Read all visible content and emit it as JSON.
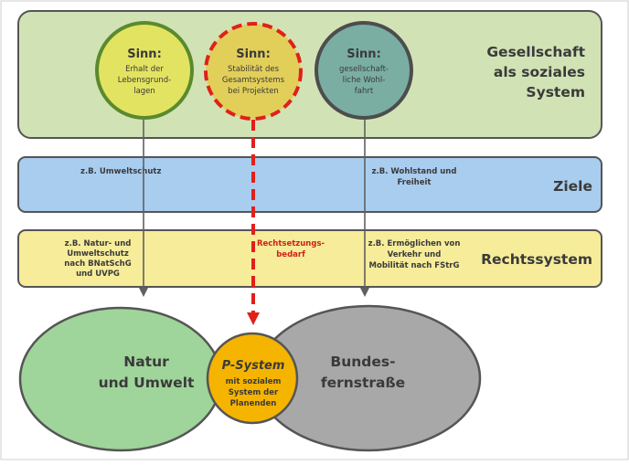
{
  "top_band": {
    "label_lines": [
      "Gesellschaft",
      "als soziales",
      "System"
    ]
  },
  "goals_band": {
    "label": "Ziele",
    "left_text": [
      "z.B. Umweltschutz"
    ],
    "right_text": [
      "z.B. Wohlstand und",
      "Freiheit"
    ]
  },
  "law_band": {
    "label": "Rechtssystem",
    "left_text": [
      "z.B. Natur- und",
      "Umweltschutz",
      "nach BNatSchG",
      "und UVPG"
    ],
    "center_text": [
      "Rechtsetzungs-",
      "bedarf"
    ],
    "right_text": [
      "z.B. Ermöglichen von",
      "Verkehr und",
      "Mobilität nach FStrG"
    ]
  },
  "circles": [
    {
      "title": "Sinn:",
      "lines": [
        "Erhalt der",
        "Lebensgrund-",
        "lagen"
      ],
      "fill": "#e3e362",
      "stroke": "#5a8a2e"
    },
    {
      "title": "Sinn:",
      "lines": [
        "Stabilität des",
        "Gesamtsystems",
        "bei Projekten"
      ],
      "fill": "#e2cf5a",
      "stroke": "#e0201a"
    },
    {
      "title": "Sinn:",
      "lines": [
        "gesellschaft-",
        "liche Wohl-",
        "fahrt"
      ],
      "fill": "#7aaea2",
      "stroke": "#4d4d4d"
    }
  ],
  "ellipses": {
    "left": {
      "lines": [
        "Natur",
        "und Umwelt"
      ],
      "fill": "#9fd49a"
    },
    "right": {
      "lines": [
        "Bundes-",
        "fernstraße"
      ],
      "fill": "#a8a8a8"
    },
    "center": {
      "title": "P-System",
      "lines": [
        "mit sozialem",
        "System der",
        "Planenden"
      ],
      "fill": "#f5b400"
    }
  },
  "colors": {
    "top_band": "#d1e3b5",
    "goals_band": "#a9cdef",
    "law_band": "#f6ec9a",
    "red_dashed": "#e0201a",
    "arrow_gray": "#606060"
  }
}
